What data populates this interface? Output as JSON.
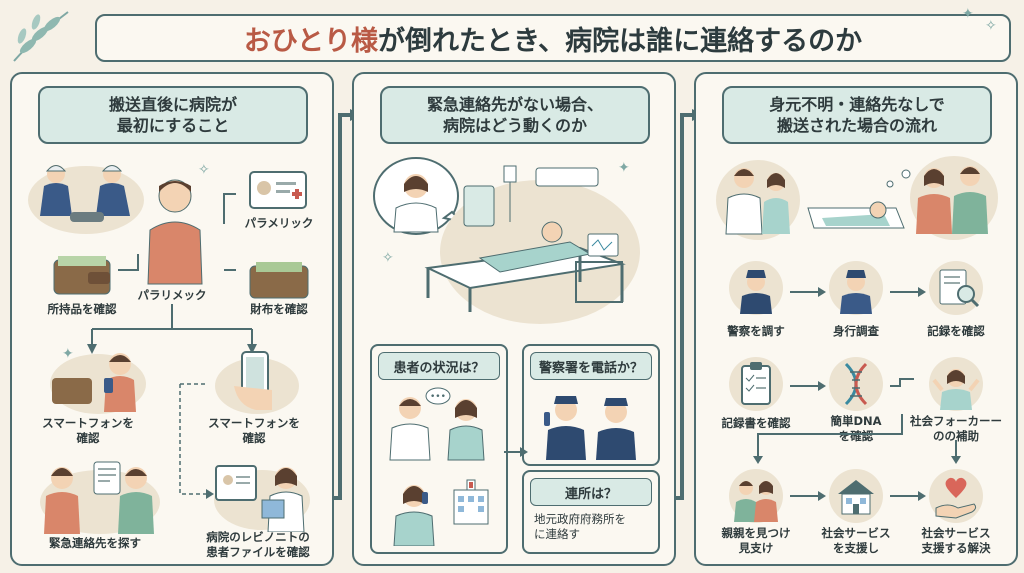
{
  "title": {
    "highlight": "おひとり様",
    "rest": "が倒れたとき、病院は誰に連絡するのか"
  },
  "panel1": {
    "heading_line1": "搬送直後に病院が",
    "heading_line2": "最初にすること",
    "labels": {
      "paramedic_card": "パラメリック",
      "center_person": "パラリメック",
      "belongings": "所持品を確認",
      "wallet": "財布を確認",
      "smartphone1_l1": "スマートフォンを",
      "smartphone1_l2": "確認",
      "smartphone2_l1": "スマートフォンを",
      "smartphone2_l2": "確認",
      "emergency_contact": "緊急連絡先を探す",
      "patient_file_l1": "病院のレビノニトの",
      "patient_file_l2": "患者ファイルを確認"
    }
  },
  "panel2": {
    "heading_line1": "緊急連絡先がない場合、",
    "heading_line2": "病院はどう動くのか",
    "bubble_patient": "患者の状況は？",
    "bubble_police": "警察署を電話か？",
    "bubble_where": "連所は？",
    "where_text_l1": "地元政府府務所を",
    "where_text_l2": "に連絡す"
  },
  "panel3": {
    "heading_line1": "身元不明・連絡先なしで",
    "heading_line2": "搬送された場合の流れ",
    "labels": {
      "police": "警察を調す",
      "identity": "身行調查",
      "records": "記録を確認",
      "record_doc": "記録書を確認",
      "dna_l1": "簡単DNA",
      "dna_l2": "を確認",
      "social_l1": "社会フォーカーー",
      "social_l2": "のの補助",
      "relatives_l1": "親親を見つけ",
      "relatives_l2": "見支け",
      "service1_l1": "社会サービス",
      "service1_l2": "を支援し",
      "service2_l1": "社会サービス",
      "service2_l2": "支援する解決"
    }
  },
  "colors": {
    "accent": "#b95a45",
    "border": "#4e6d70",
    "mint": "#d9eae5",
    "paper": "#fbf8f1",
    "bg": "#f6f1e7"
  }
}
